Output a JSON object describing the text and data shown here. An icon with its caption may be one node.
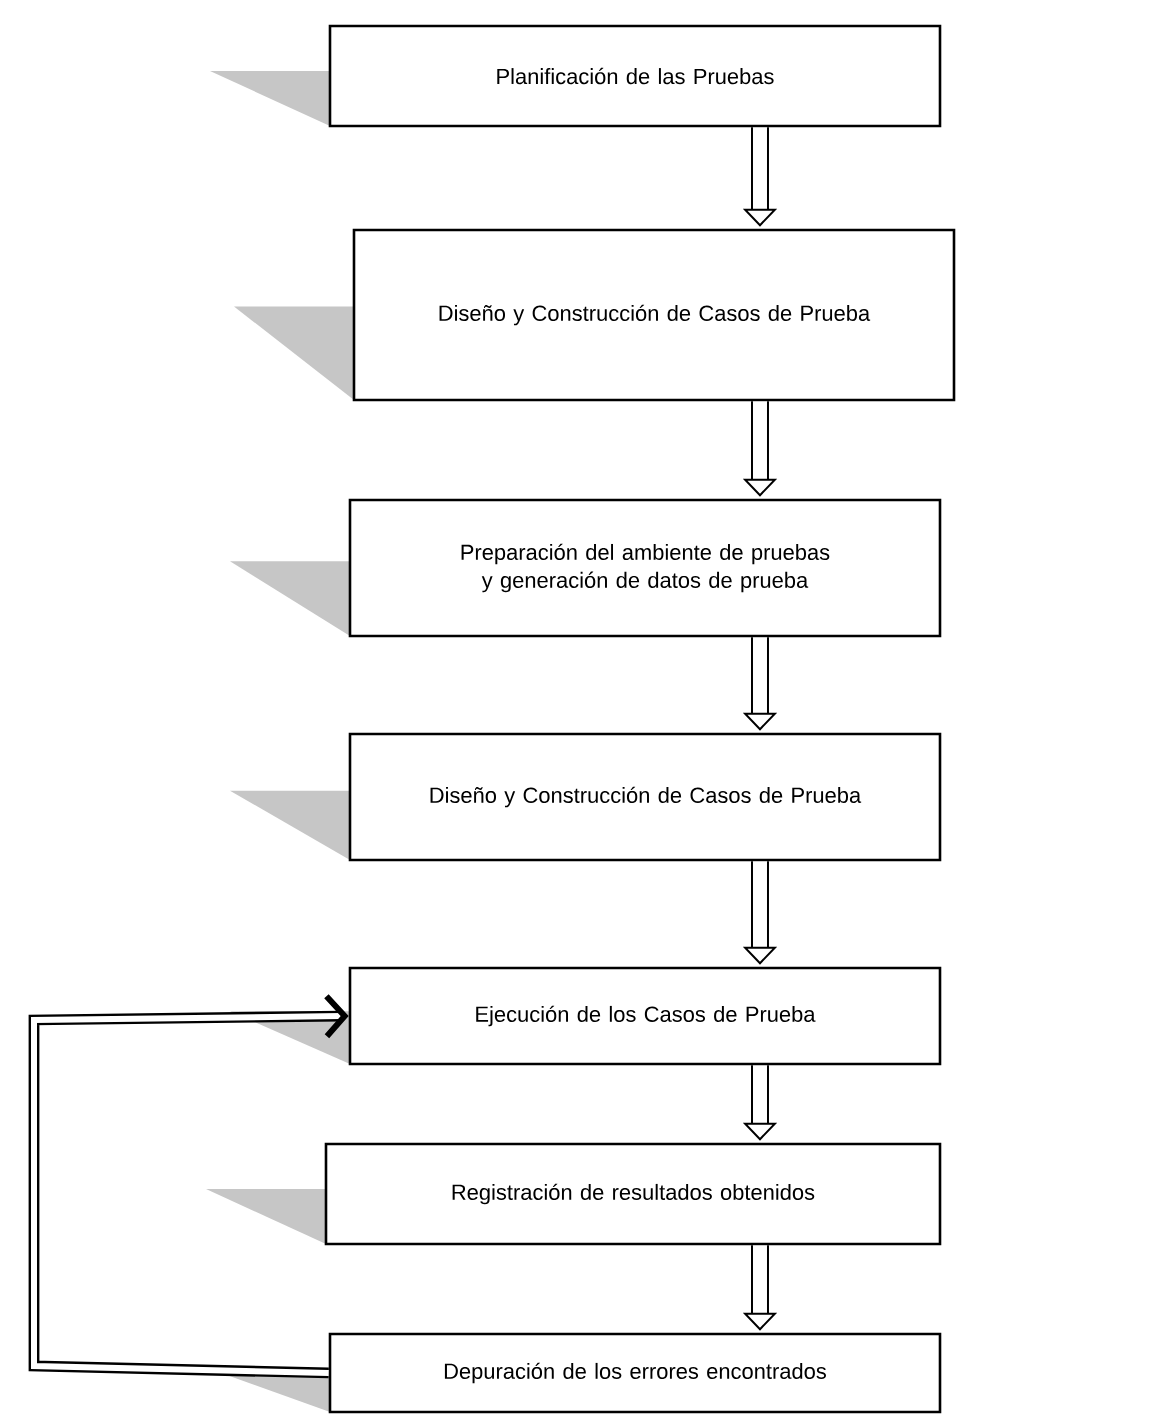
{
  "diagram": {
    "nodes": [
      {
        "text": [
          "Planificación de las Pruebas"
        ]
      },
      {
        "text": [
          "Diseño y Construcción de Casos de Prueba"
        ]
      },
      {
        "text": [
          "Preparación del ambiente de pruebas y generación de datos de prueba"
        ]
      },
      {
        "text": [
          "Diseño y Construcción de Casos de Prueba"
        ]
      },
      {
        "text": [
          "Ejecución de los Casos de Prueba"
        ]
      },
      {
        "text": [
          "Registración de resultados obtenidos"
        ]
      },
      {
        "text": [
          "Depuración de los errores encontrados"
        ]
      }
    ],
    "edges": [
      {
        "from": 0,
        "to": 1,
        "arrow": "to"
      },
      {
        "from": 1,
        "to": 2,
        "arrow": "to"
      },
      {
        "from": 2,
        "to": 3,
        "arrow": "to"
      },
      {
        "from": 3,
        "to": 4,
        "arrow": "to"
      },
      {
        "from": 4,
        "to": 5,
        "arrow": "to"
      },
      {
        "from": 5,
        "to": 6,
        "arrow": "to"
      },
      {
        "from": 6,
        "to": 4,
        "arrow": "to"
      }
    ]
  }
}
